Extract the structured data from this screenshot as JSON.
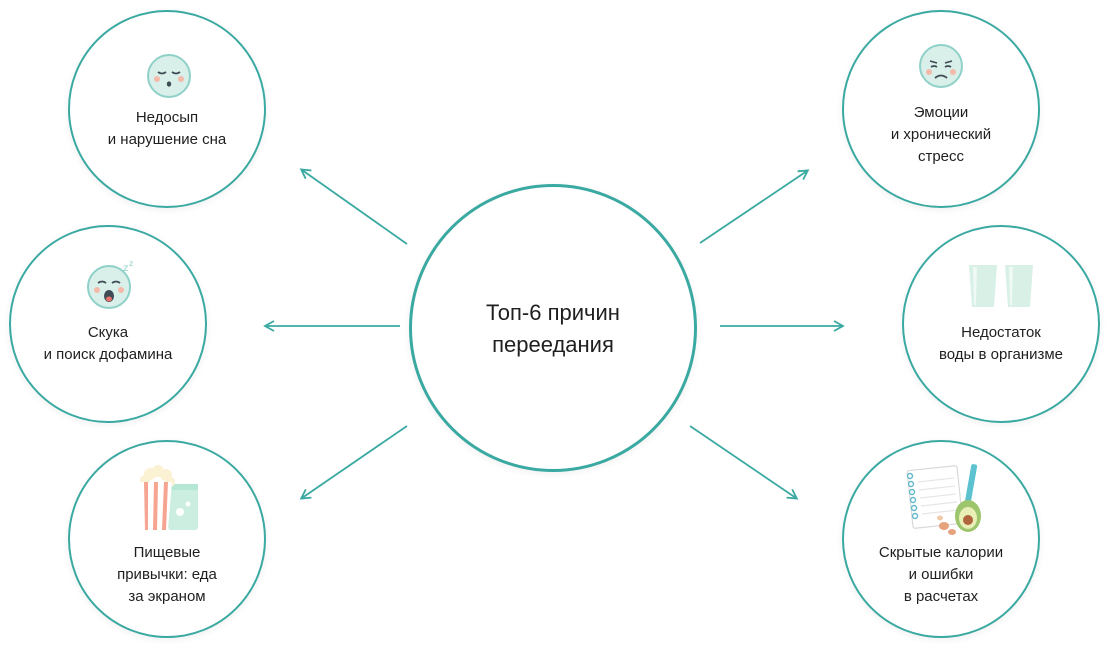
{
  "center": {
    "title": "Топ-6 причин\nпереедания"
  },
  "causes": [
    {
      "id": "sleep",
      "label": "Недосып\nи нарушение сна",
      "icon": "sleepy-face-icon"
    },
    {
      "id": "boredom",
      "label": "Скука\nи поиск дофамина",
      "icon": "yawning-face-icon"
    },
    {
      "id": "habits",
      "label": "Пищевые\nпривычки: еда\nза экраном",
      "icon": "popcorn-drink-icon"
    },
    {
      "id": "stress",
      "label": "Эмоции\nи хронический\nстресс",
      "icon": "sad-face-icon"
    },
    {
      "id": "water",
      "label": "Недостаток\nводы в организме",
      "icon": "water-glasses-icon"
    },
    {
      "id": "calories",
      "label": "Скрытые калории\nи ошибки\nв расчетах",
      "icon": "notebook-avocado-icon"
    }
  ],
  "colors": {
    "accent": "#3aa9a1",
    "face": "#d9efe9",
    "blush": "#f4b9a8"
  }
}
